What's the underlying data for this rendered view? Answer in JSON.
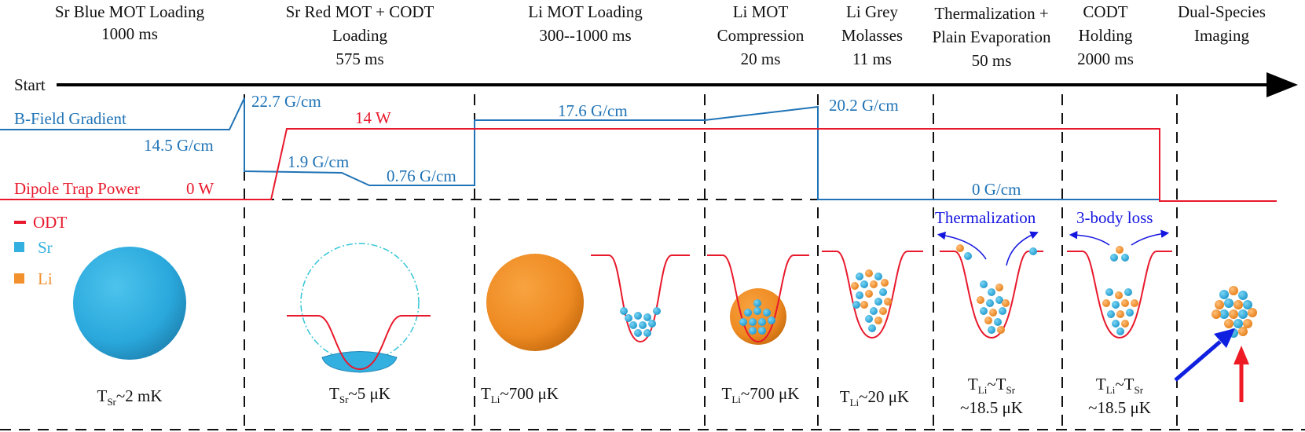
{
  "stages": [
    {
      "title": "Sr Blue MOT Loading",
      "line2": "",
      "duration": "1000 ms"
    },
    {
      "title": "Sr Red MOT + CODT",
      "line2": "Loading",
      "duration": "575 ms"
    },
    {
      "title": "Li MOT Loading",
      "line2": "",
      "duration": "300--1000 ms"
    },
    {
      "title": "Li MOT",
      "line2": "Compression",
      "duration": "20 ms"
    },
    {
      "title": "Li Grey",
      "line2": "Molasses",
      "duration": "11 ms"
    },
    {
      "title": "Thermalization +",
      "line2": "Plain Evaporation",
      "duration": "50 ms"
    },
    {
      "title": "CODT",
      "line2": "Holding",
      "duration": "2000 ms"
    },
    {
      "title": "Dual-Species",
      "line2": "Imaging",
      "duration": ""
    }
  ],
  "timeline": {
    "start_label": "Start"
  },
  "traces": {
    "b_field": {
      "name": "B-Field Gradient",
      "color": "#1f73b6",
      "labels": [
        "14.5 G/cm",
        "22.7 G/cm",
        "1.9 G/cm",
        "0.76 G/cm",
        "17.6 G/cm",
        "20.2 G/cm",
        "0 G/cm"
      ]
    },
    "dipole": {
      "name": "Dipole Trap Power",
      "color": "#e8192c",
      "labels": [
        "0 W",
        "14 W"
      ]
    }
  },
  "legend": [
    {
      "label": "ODT",
      "color": "#e8192c"
    },
    {
      "label": "Sr",
      "color": "#33b0e0"
    },
    {
      "label": "Li",
      "color": "#f2902e"
    }
  ],
  "annotations": {
    "thermalization": "Thermalization",
    "three_body": "3-body loss"
  },
  "temperatures": [
    {
      "sym": "T",
      "sub": "Sr",
      "rest": "~2 mK"
    },
    {
      "sym": "T",
      "sub": "Sr",
      "rest": "~5 μK"
    },
    {
      "sym": "T",
      "sub": "Li",
      "rest": "~700 μK"
    },
    {
      "sym": "T",
      "sub": "Li",
      "rest": "~700 μK"
    },
    {
      "sym": "T",
      "sub": "Li",
      "rest": "~20 μK"
    },
    {
      "sym": "T",
      "sub": "Li",
      "rest": "~T",
      "sub2": "Sr",
      "line2": "~18.5 μK"
    },
    {
      "sym": "T",
      "sub": "Li",
      "rest": "~T",
      "sub2": "Sr",
      "line2": "~18.5 μK"
    }
  ],
  "colors": {
    "sr": "#33b0e0",
    "li": "#f2902e",
    "odt": "#e8192c",
    "bfield": "#1f73b6",
    "arrow_blue": "#1515e0",
    "imaging_blue": "#1020e0",
    "imaging_red": "#ee1b24"
  }
}
